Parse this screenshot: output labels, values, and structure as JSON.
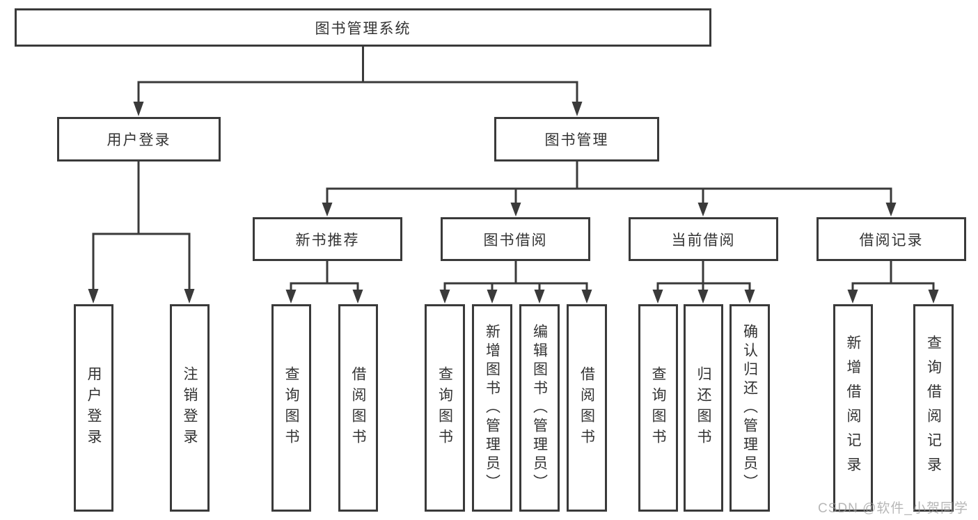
{
  "title": "图书管理系统",
  "level2": {
    "user_login": "用户登录",
    "book_management": "图书管理"
  },
  "level3": {
    "new_books": "新书推荐",
    "borrowing": "图书借阅",
    "current": "当前借阅",
    "records": "借阅记录"
  },
  "leaves": {
    "login": [
      "用户登录",
      "注销登录"
    ],
    "new_books": [
      "查询图书",
      "借阅图书"
    ],
    "borrowing": [
      "查询图书",
      "新增图书（管理员）",
      "编辑图书（管理员）",
      "借阅图书"
    ],
    "current": [
      "查询图书",
      "归还图书",
      "确认归还（管理员）"
    ],
    "records": [
      "新增借阅记录",
      "查询借阅记录"
    ]
  },
  "watermark": {
    "text": "CSDN @软件_小贺同学",
    "color": "#c2c2c2"
  },
  "colors": {
    "line": "#3a3a3a",
    "text": "#333333",
    "background": "#ffffff"
  }
}
